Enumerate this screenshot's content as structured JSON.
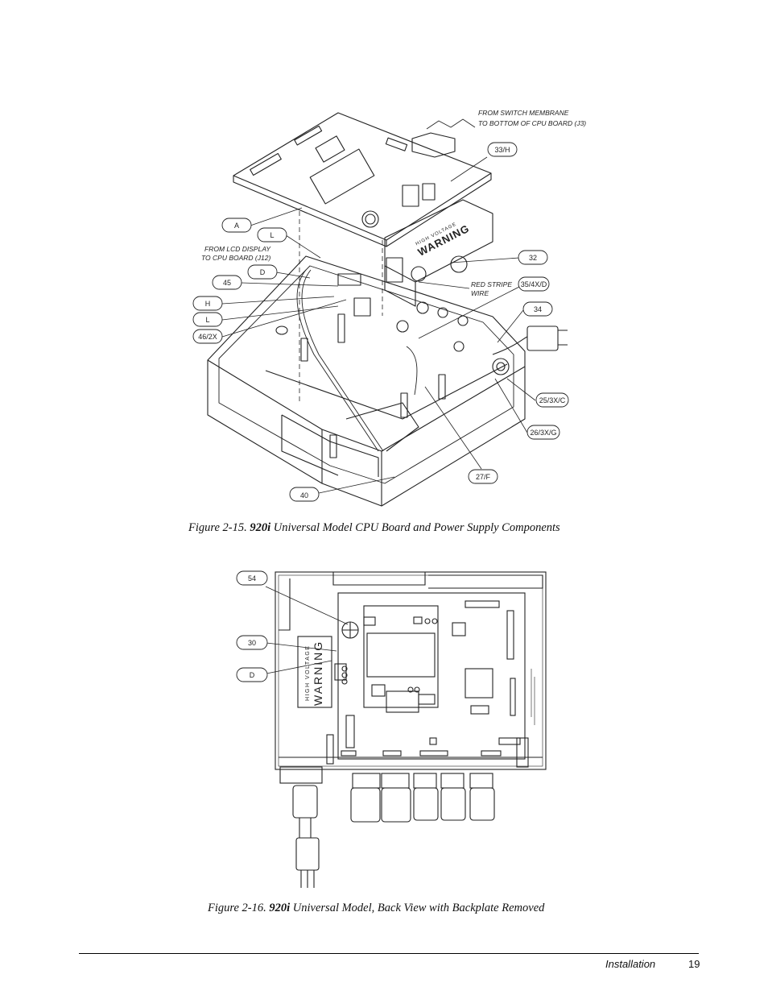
{
  "figure1": {
    "callouts": [
      "33/H",
      "A",
      "L",
      "D",
      "45",
      "H",
      "L",
      "46/2X",
      "32",
      "35/4X/D",
      "34",
      "25/3X/C",
      "26/3X/G",
      "27/F",
      "40"
    ],
    "notes": {
      "switch_membrane_line1": "FROM SWITCH MEMBRANE",
      "switch_membrane_line2": "TO BOTTOM OF CPU BOARD (J3)",
      "lcd_display_line1": "FROM LCD DISPLAY",
      "lcd_display_line2": "TO CPU BOARD (J12)",
      "red_stripe_line1": "RED STRIPE",
      "red_stripe_line2": "WIRE"
    },
    "warning_label": "WARNING",
    "warning_sub": "HIGH VOLTAGE",
    "caption_prefix": "Figure 2-15. ",
    "caption_model": "920i",
    "caption_suffix": " Universal Model CPU Board and Power Supply Components"
  },
  "figure2": {
    "callouts": [
      "54",
      "30",
      "D"
    ],
    "warning_label": "WARNING",
    "warning_sub": "HIGH VOLTAGE",
    "caption_prefix": "Figure 2-16. ",
    "caption_model": "920i",
    "caption_suffix": " Universal Model, Back View with Backplate Removed"
  },
  "footer": {
    "section": "Installation",
    "page_number": "19"
  }
}
